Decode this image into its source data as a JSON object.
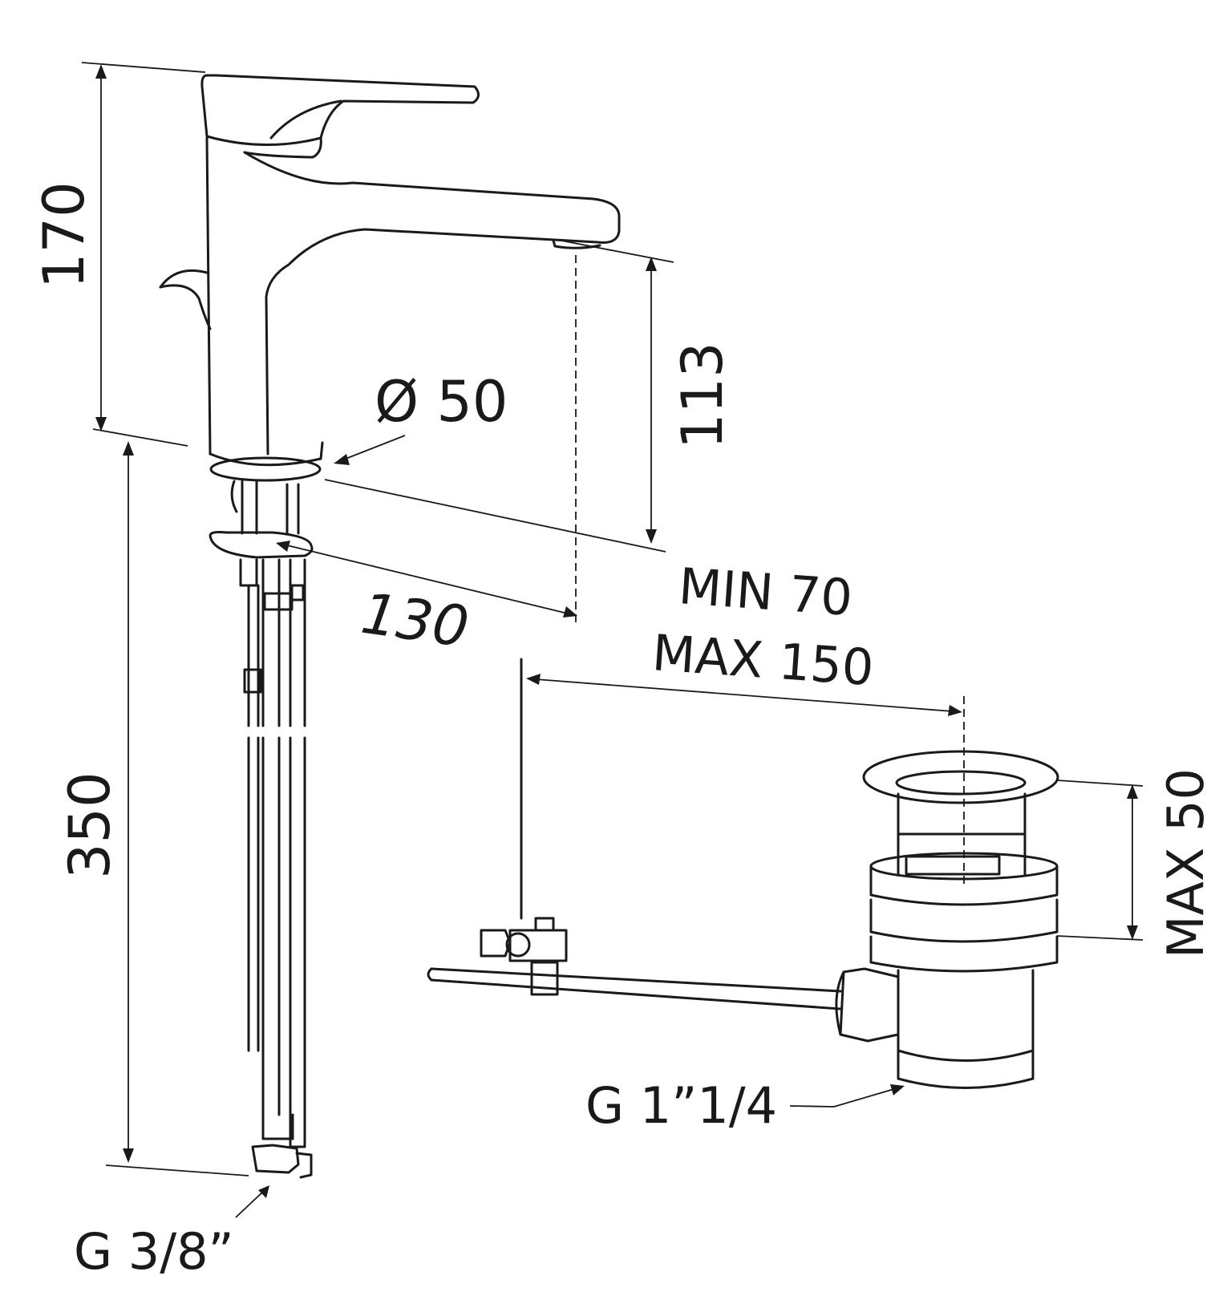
{
  "dimensions": {
    "faucet_height": "170",
    "spout_clearance": "113",
    "base_diameter": "Ø 50",
    "spout_reach": "130",
    "hose_length": "350",
    "deck_thickness_min": "MIN 70",
    "deck_thickness_max": "MAX 150",
    "drain_height": "MAX 50"
  },
  "connections": {
    "supply_thread": "G 3/8”",
    "waste_thread": "G 1”1/4"
  },
  "colors": {
    "line": "#1a1a1a",
    "background": "#ffffff"
  }
}
